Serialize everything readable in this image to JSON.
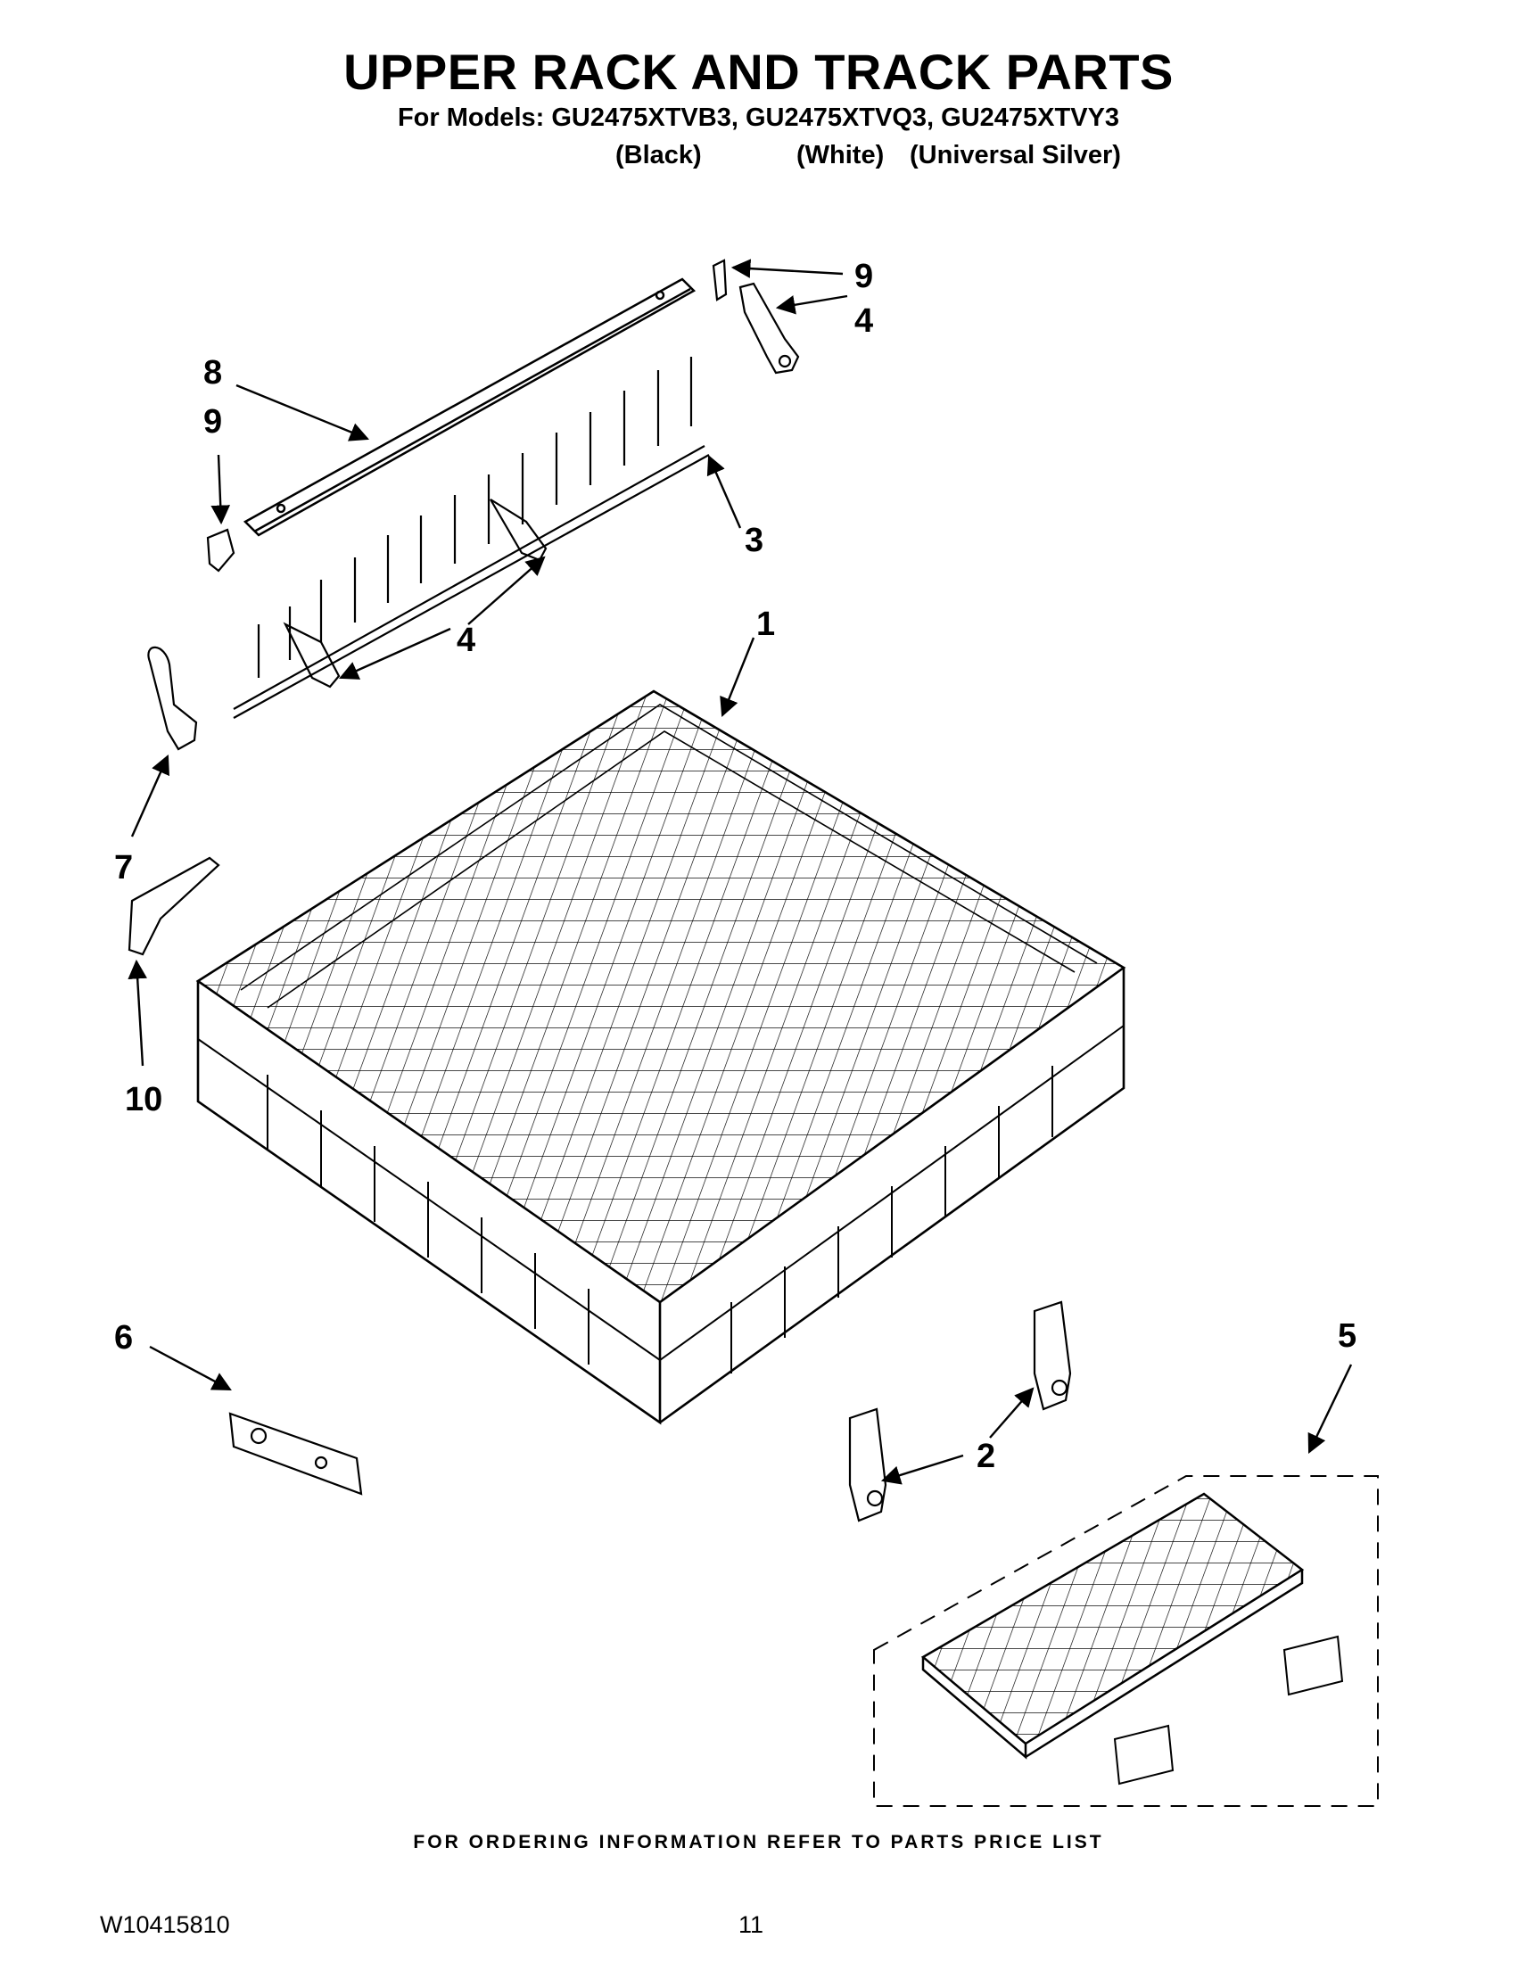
{
  "header": {
    "title": "UPPER RACK AND TRACK PARTS",
    "models_line": "For Models: GU2475XTVB3, GU2475XTVQ3, GU2475XTVY3",
    "variants": [
      "(Black)",
      "(White)",
      "(Universal Silver)"
    ]
  },
  "callouts": {
    "c1": "1",
    "c2": "2",
    "c3": "3",
    "c4a": "4",
    "c4b": "4",
    "c5": "5",
    "c6": "6",
    "c7": "7",
    "c8": "8",
    "c9a": "9",
    "c9b": "9",
    "c10": "10"
  },
  "footer": {
    "ordering_note": "FOR ORDERING INFORMATION REFER TO PARTS PRICE LIST",
    "doc_id": "W10415810",
    "page_number": "11"
  }
}
